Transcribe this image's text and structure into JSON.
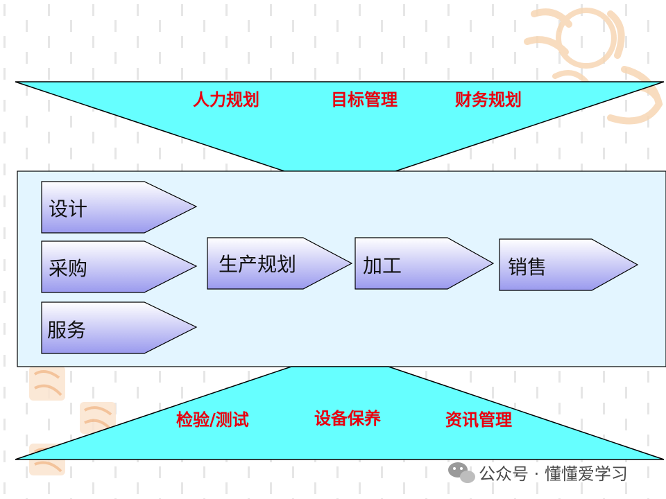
{
  "top_labels": [
    "人力规划",
    "目标管理",
    "财务规划"
  ],
  "bottom_labels": [
    "检验/测试",
    "设备保养",
    "资讯管理"
  ],
  "left_steps": [
    "设计",
    "采购",
    "服务"
  ],
  "main_flow": [
    "生产规划",
    "加工",
    "销售"
  ],
  "watermark": {
    "text": "公众号 · 懂懂爱学习",
    "icon": "wechat-icon"
  },
  "decorations": {
    "seal_icon": "auspicious-seal-icon"
  },
  "colors": {
    "funnel_fill": "#66ffff",
    "panel_fill": "#e3f5ff",
    "label_red": "#e8000f",
    "chevron_top": "#ffffff",
    "chevron_bottom": "#9999ee",
    "seal": "#f7d7b4"
  }
}
